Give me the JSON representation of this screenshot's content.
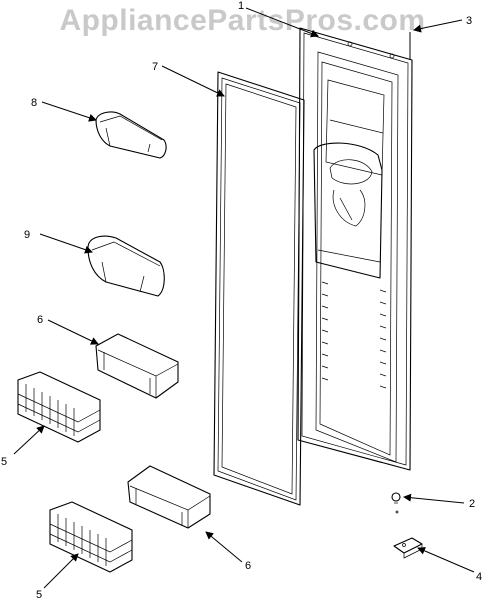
{
  "watermark": "AppliancePartsPros.com",
  "callouts": {
    "c1": "1",
    "c2": "2",
    "c3": "3",
    "c4": "4",
    "c5a": "5",
    "c5b": "5",
    "c6a": "6",
    "c6b": "6",
    "c7": "7",
    "c8": "8",
    "c9": "9"
  }
}
